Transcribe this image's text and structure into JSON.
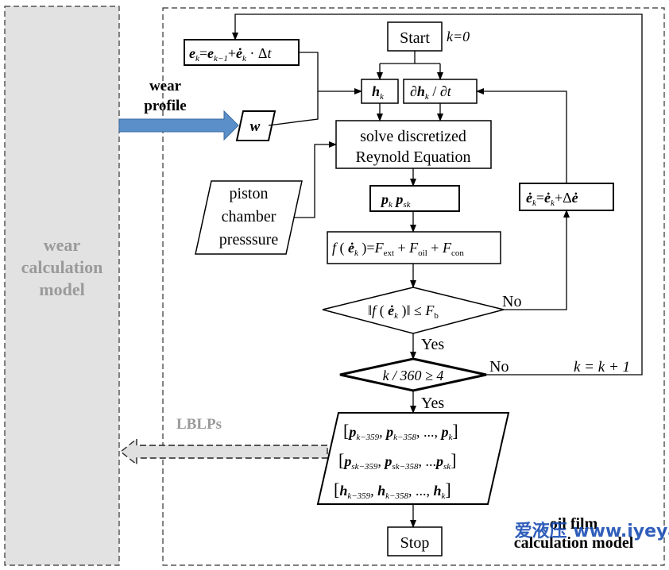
{
  "left_panel": {
    "line1": "wear",
    "line2": "calculation",
    "line3": "model"
  },
  "wear_profile": {
    "line1": "wear",
    "line2": "profile"
  },
  "lblps_label": "LBLPs",
  "watermark": "爱液压 www.iyeya.cn",
  "oil_film": {
    "line1": "oil film",
    "line2": "calculation model"
  },
  "nodes": {
    "start": "Start",
    "k0": "k=0",
    "solve_line1": "solve discretized",
    "solve_line2": "Reynold Equation",
    "chamber_line1": "piston",
    "chamber_line2": "chamber",
    "chamber_line3": "presssure",
    "w": "w",
    "stop": "Stop"
  },
  "branches": {
    "no1": "No",
    "yes1": "Yes",
    "no2": "No",
    "yes2": "Yes",
    "k_update": "k = k + 1"
  },
  "formulas": {
    "ek_update": "e_k = e_{k-1} + ė_k · Δt",
    "hk": "h_k",
    "dhk": "∂h_k / ∂t",
    "pk": "p_k   p_sk",
    "force": "f(ė_k) = F_ext + F_oil + F_con",
    "cond1": "‖f(ė_k)‖ ≤ F_b",
    "cond2": "k / 360 ≥ 4",
    "edot_update": "ė_k = ė_k + Δė",
    "out1": "[p_{k−359}, p_{k−358}, ..., p_k]",
    "out2": "[p_{sk−359}, p_{sk−358}, ...p_sk]",
    "out3": "[h_{k−359}, h_{k−358}, ..., h_k]"
  }
}
